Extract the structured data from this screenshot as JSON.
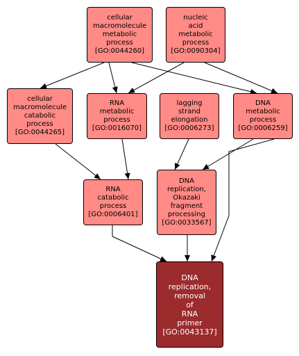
{
  "colors": {
    "node_fill": "#ff8a86",
    "target_fill": "#9b2b2d",
    "edge": "#000000"
  },
  "nodes": [
    {
      "id": "n44260",
      "lines": [
        "cellular",
        "macromolecule",
        "metabolic",
        "process",
        "[GO:0044260]"
      ],
      "target": false
    },
    {
      "id": "n90304",
      "lines": [
        "nucleic",
        "acid",
        "metabolic",
        "process",
        "[GO:0090304]"
      ],
      "target": false
    },
    {
      "id": "n44265",
      "lines": [
        "cellular",
        "macromolecule",
        "catabolic",
        "process",
        "[GO:0044265]"
      ],
      "target": false
    },
    {
      "id": "n16070",
      "lines": [
        "RNA",
        "metabolic",
        "process",
        "[GO:0016070]"
      ],
      "target": false
    },
    {
      "id": "n06273",
      "lines": [
        "lagging",
        "strand",
        "elongation",
        "[GO:0006273]"
      ],
      "target": false
    },
    {
      "id": "n06259",
      "lines": [
        "DNA",
        "metabolic",
        "process",
        "[GO:0006259]"
      ],
      "target": false
    },
    {
      "id": "n06401",
      "lines": [
        "RNA",
        "catabolic",
        "process",
        "[GO:0006401]"
      ],
      "target": false
    },
    {
      "id": "n33567",
      "lines": [
        "DNA",
        "replication,",
        "Okazaki",
        "fragment",
        "processing",
        "[GO:0033567]"
      ],
      "target": false
    },
    {
      "id": "n43137",
      "lines": [
        "DNA",
        "replication,",
        "removal",
        "of",
        "RNA",
        "primer",
        "[GO:0043137]"
      ],
      "target": true
    }
  ],
  "edges": [
    [
      "n44260",
      "n44265"
    ],
    [
      "n44260",
      "n16070"
    ],
    [
      "n44260",
      "n06259"
    ],
    [
      "n90304",
      "n16070"
    ],
    [
      "n90304",
      "n06259"
    ],
    [
      "n44265",
      "n06401"
    ],
    [
      "n16070",
      "n06401"
    ],
    [
      "n06273",
      "n33567"
    ],
    [
      "n06259",
      "n33567"
    ],
    [
      "n06259",
      "n43137"
    ],
    [
      "n06401",
      "n43137"
    ],
    [
      "n33567",
      "n43137"
    ]
  ]
}
